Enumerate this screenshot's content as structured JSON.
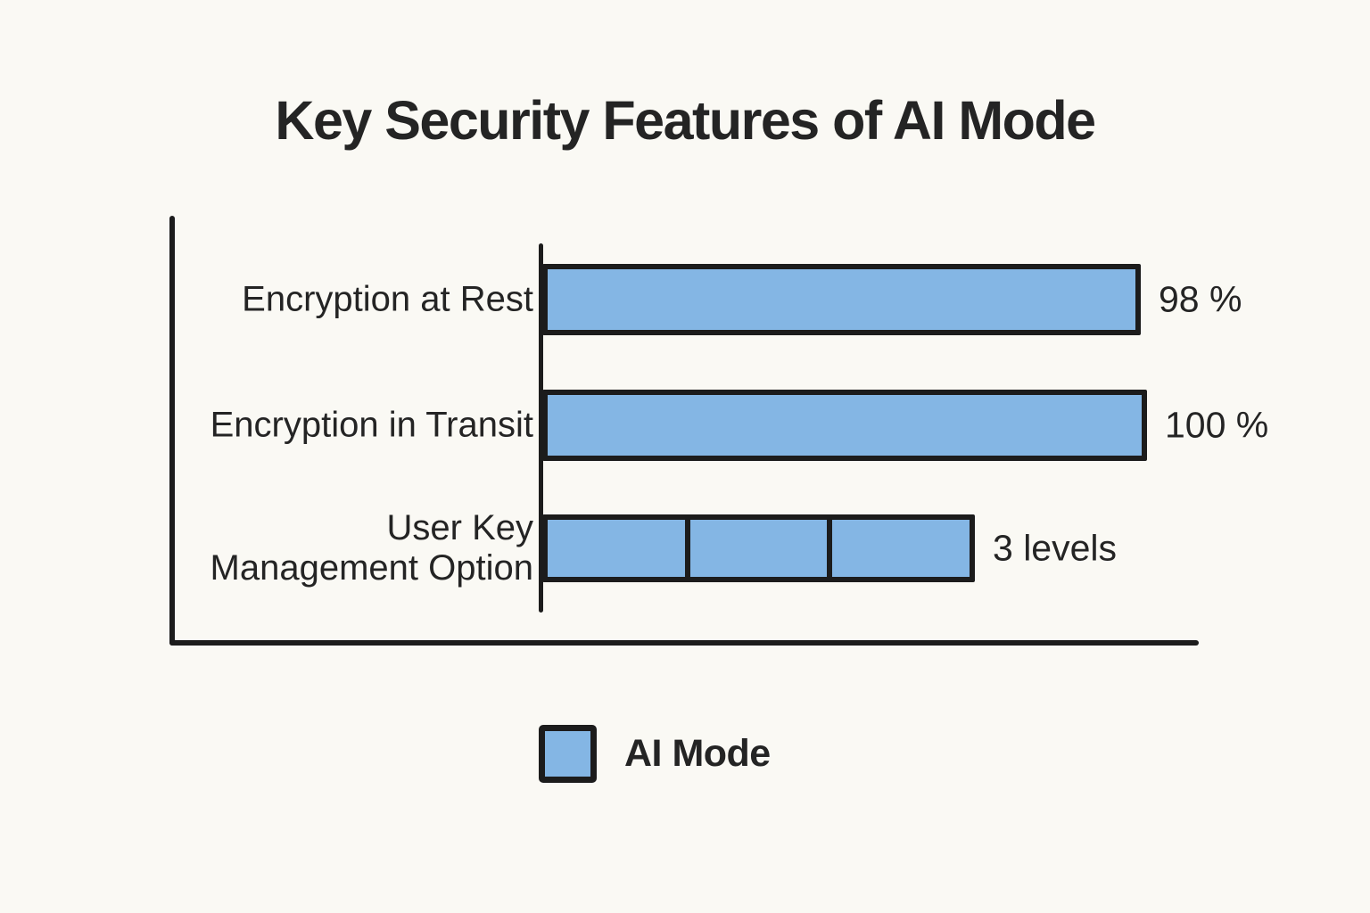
{
  "title": "Key Security Features of AI Mode",
  "rows": [
    {
      "label": "Encryption at Rest",
      "value_label": "98 %"
    },
    {
      "label": "Encryption in Transit",
      "value_label": "100 %"
    },
    {
      "label_line1": "User Key",
      "label_line2": "Management Option",
      "value_label": "3 levels"
    }
  ],
  "legend": {
    "label": "AI Mode"
  },
  "colors": {
    "bg": "#faf9f4",
    "ink": "#242424",
    "line": "#1c1c1c",
    "bar_fill": "#84b6e4"
  },
  "chart_data": {
    "type": "bar",
    "orientation": "horizontal",
    "title": "Key Security Features of AI Mode",
    "categories": [
      "Encryption at Rest",
      "Encryption in Transit",
      "User Key Management Option"
    ],
    "series": [
      {
        "name": "AI Mode",
        "values": [
          98,
          100,
          3
        ],
        "value_labels": [
          "98 %",
          "100 %",
          "3 levels"
        ],
        "units": [
          "percent",
          "percent",
          "levels"
        ]
      }
    ],
    "segments_per_bar": [
      1,
      1,
      3
    ],
    "bar_fraction_of_axis": [
      0.99,
      1.0,
      0.715
    ],
    "xlim": [
      0,
      100
    ],
    "grid": false,
    "legend_position": "bottom",
    "bar_color": "#84b6e4",
    "bar_border_color": "#1c1c1c",
    "background_color": "#faf9f4"
  }
}
